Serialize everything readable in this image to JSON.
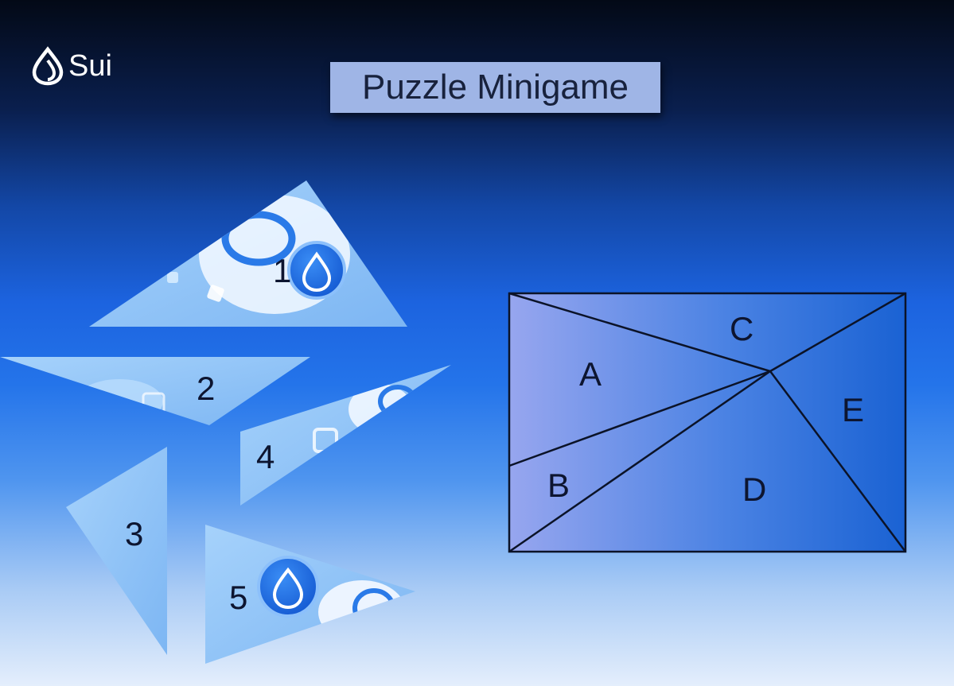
{
  "logo": {
    "text": "Sui",
    "icon": "sui-droplet-icon"
  },
  "title": "Puzzle Minigame",
  "pieces": [
    {
      "id": "1",
      "label": "1",
      "decoration": "sui-coin-icon"
    },
    {
      "id": "2",
      "label": "2"
    },
    {
      "id": "3",
      "label": "3"
    },
    {
      "id": "4",
      "label": "4"
    },
    {
      "id": "5",
      "label": "5",
      "decoration": "sui-coin-icon"
    }
  ],
  "board": {
    "regions": [
      {
        "id": "A",
        "label": "A"
      },
      {
        "id": "B",
        "label": "B"
      },
      {
        "id": "C",
        "label": "C"
      },
      {
        "id": "D",
        "label": "D"
      },
      {
        "id": "E",
        "label": "E"
      }
    ]
  },
  "colors": {
    "piece_fill": "#8ec3f7",
    "board_left": "#94a4ee",
    "board_right": "#1b63d4",
    "coin_blue": "#1f6fe6",
    "title_bg": "#9fb5e6"
  }
}
